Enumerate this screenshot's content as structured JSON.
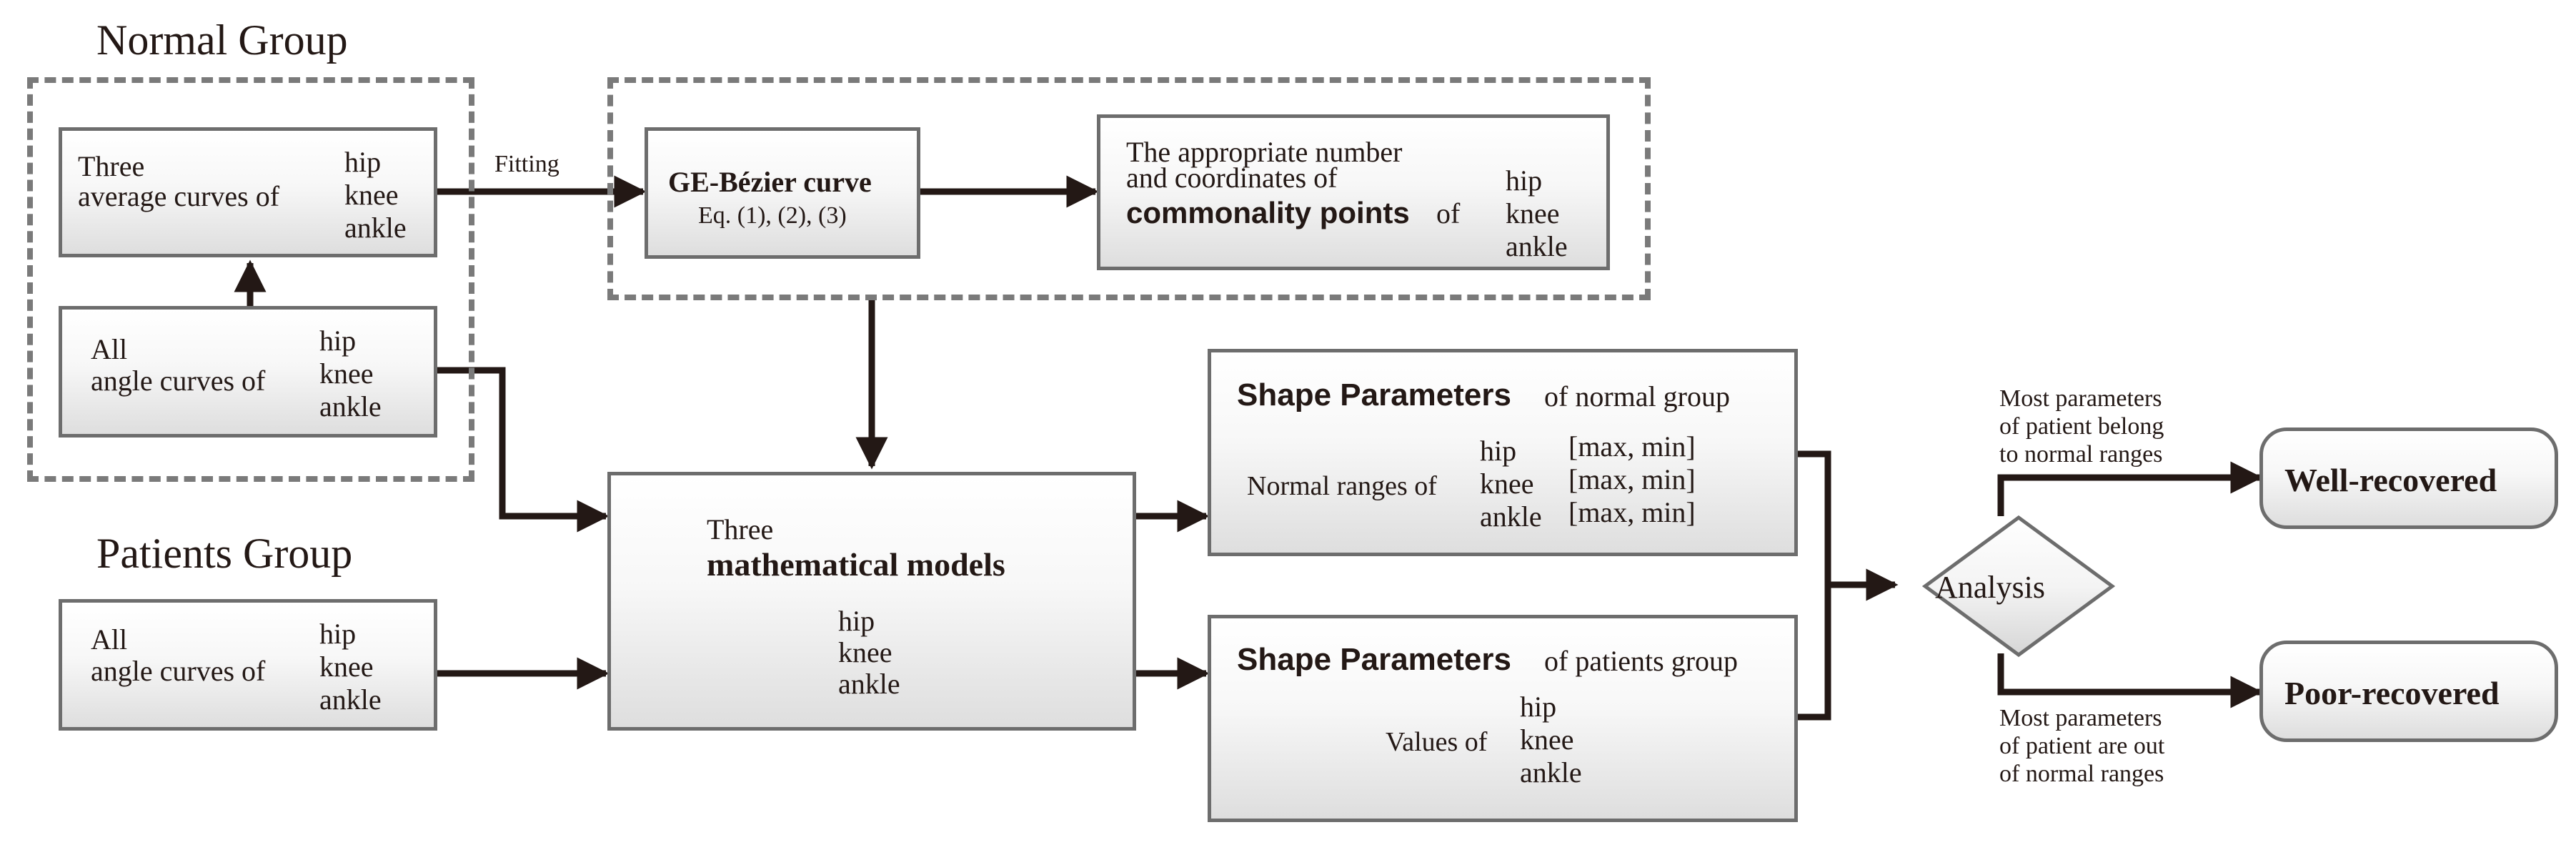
{
  "normal_group": {
    "title": "Normal Group",
    "avg_box": {
      "line1": "Three",
      "line2": "average curves of",
      "joints": [
        "hip",
        "knee",
        "ankle"
      ]
    },
    "all_box": {
      "line1": "All",
      "line2": "angle curves of",
      "joints": [
        "hip",
        "knee",
        "ankle"
      ]
    }
  },
  "fitting_label": "Fitting",
  "bezier_box": {
    "title": "GE-Bézier curve",
    "eq": "Eq. (1), (2), (3)"
  },
  "commonality_box": {
    "line1": "The  appropriate number",
    "line2": "and coordinates of",
    "bold": "commonality points",
    "of": "of",
    "joints": [
      "hip",
      "knee",
      "ankle"
    ]
  },
  "patients_group": {
    "title": "Patients Group",
    "all_box": {
      "line1": "All",
      "line2": "angle curves of",
      "joints": [
        "hip",
        "knee",
        "ankle"
      ]
    }
  },
  "models_box": {
    "line1": "Three",
    "line2": "mathematical models",
    "joints": [
      "hip",
      "knee",
      "ankle"
    ]
  },
  "normal_params_box": {
    "title_bold": "Shape Parameters",
    "title_rest": "of normal group",
    "prefix": "Normal ranges of",
    "joints": [
      "hip",
      "knee",
      "ankle"
    ],
    "ranges": [
      "[max, min]",
      "[max, min]",
      "[max, min]"
    ]
  },
  "patient_params_box": {
    "title_bold": "Shape Parameters",
    "title_rest": "of patients group",
    "prefix": "Values of",
    "joints": [
      "hip",
      "knee",
      "ankle"
    ]
  },
  "analysis": {
    "label": "Analysis"
  },
  "outcomes": {
    "upper_note": [
      "Most  parameters",
      "of patient belong",
      "to normal ranges"
    ],
    "lower_note": [
      "Most  parameters",
      "of patient are out",
      "of normal ranges"
    ],
    "well": "Well-recovered",
    "poor": "Poor-recovered"
  },
  "colors": {
    "arrow": "#231815",
    "border": "#6d6d6d",
    "dashed": "#7a7a7a"
  }
}
